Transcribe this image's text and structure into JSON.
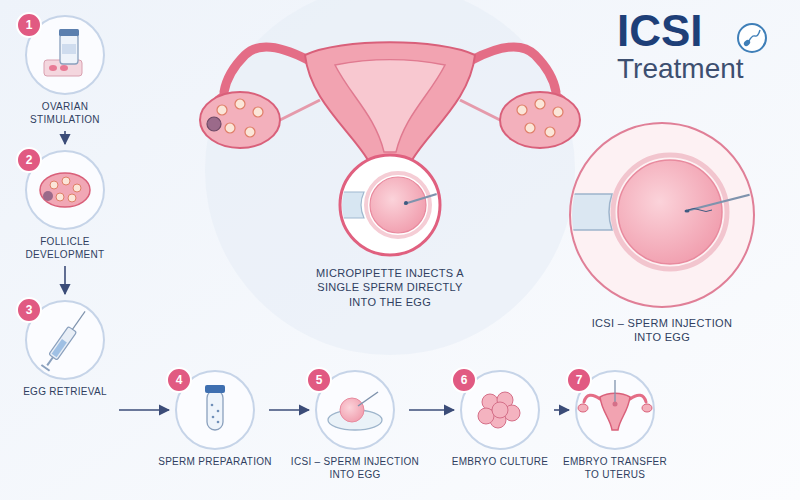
{
  "diagram": {
    "title": "ICSI Treatment",
    "nodes": [
      {
        "text": [
          "1",
          "OVARIAN STIMULATION"
        ]
      },
      {
        "text": [
          "2",
          "FOLLICLE DEVELOPMENT"
        ]
      },
      {
        "text": [
          "3",
          "EGG RETRIEVAL"
        ]
      },
      {
        "text": [
          "4",
          "SPERM PREPARATION"
        ]
      },
      {
        "text": [
          "5",
          "ICSI – SPERM INJECTION INTO EGG"
        ]
      },
      {
        "text": [
          "6",
          "EMBRYO CULTURE"
        ]
      },
      {
        "text": [
          "7",
          "EMBRYO TRANSFER TO UTERUS"
        ]
      }
    ],
    "edges": [
      {
        "from": 0,
        "to": 1,
        "arrow": "to"
      },
      {
        "from": 1,
        "to": 2,
        "arrow": "to"
      },
      {
        "from": 2,
        "to": 3,
        "arrow": "to"
      },
      {
        "from": 3,
        "to": 4,
        "arrow": "to"
      },
      {
        "from": 4,
        "to": 5,
        "arrow": "to"
      },
      {
        "from": 5,
        "to": 6,
        "arrow": "to"
      }
    ],
    "labels": [
      "MICROPIPETTE INJECTS A SINGLE SPERM DIRECTLY INTO THE EGG",
      "ICSI – SPERM INJECTION INTO EGG"
    ]
  }
}
